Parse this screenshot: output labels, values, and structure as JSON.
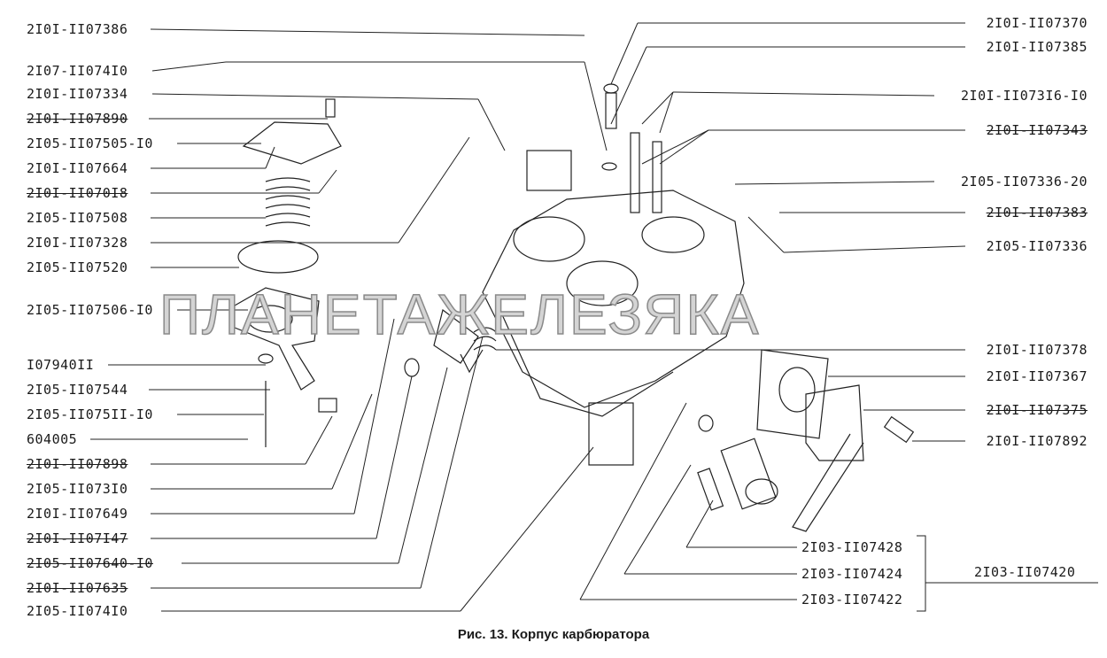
{
  "caption": "Рис. 13. Корпус карбюратора",
  "watermark": "ПЛАНЕТАЖЕЛЕЗЯКА",
  "left_labels": [
    {
      "text": "2I0I-II07386",
      "struck": false
    },
    {
      "text": "2I07-II074I0",
      "struck": false
    },
    {
      "text": "2I0I-II07334",
      "struck": false
    },
    {
      "text": "2I0I-II07890",
      "struck": true
    },
    {
      "text": "2I05-II07505-I0",
      "struck": false
    },
    {
      "text": "2I0I-II07664",
      "struck": false
    },
    {
      "text": "2I0I-II070I8",
      "struck": true
    },
    {
      "text": "2I05-II07508",
      "struck": false
    },
    {
      "text": "2I0I-II07328",
      "struck": false
    },
    {
      "text": "2I05-II07520",
      "struck": false
    },
    {
      "text": "2I05-II07506-I0",
      "struck": false
    },
    {
      "text": "I07940II",
      "struck": false
    },
    {
      "text": "2I05-II07544",
      "struck": false
    },
    {
      "text": "2I05-II075II-I0",
      "struck": false
    },
    {
      "text": "604005",
      "struck": false
    },
    {
      "text": "2I0I-II07898",
      "struck": true
    },
    {
      "text": "2I05-II073I0",
      "struck": false
    },
    {
      "text": "2I0I-II07649",
      "struck": false
    },
    {
      "text": "2I0I-II07I47",
      "struck": true
    },
    {
      "text": "2I05-II07640-I0",
      "struck": true
    },
    {
      "text": "2I0I-II07635",
      "struck": true
    },
    {
      "text": "2I05-II074I0",
      "struck": false
    }
  ],
  "right_labels": [
    {
      "text": "2I0I-II07370",
      "struck": false
    },
    {
      "text": "2I0I-II07385",
      "struck": false
    },
    {
      "text": "2I0I-II073I6-I0",
      "struck": false
    },
    {
      "text": "2I0I-II07343",
      "struck": true
    },
    {
      "text": "2I05-II07336-20",
      "struck": false
    },
    {
      "text": "2I0I-II07383",
      "struck": true
    },
    {
      "text": "2I05-II07336",
      "struck": false
    },
    {
      "text": "2I0I-II07378",
      "struck": false
    },
    {
      "text": "2I0I-II07367",
      "struck": false
    },
    {
      "text": "2I0I-II07375",
      "struck": true
    },
    {
      "text": "2I0I-II07892",
      "struck": false
    }
  ],
  "bottom_group": {
    "items": [
      "2I03-II07428",
      "2I03-II07424",
      "2I03-II07422"
    ],
    "assembly": "2I03-II07420"
  }
}
